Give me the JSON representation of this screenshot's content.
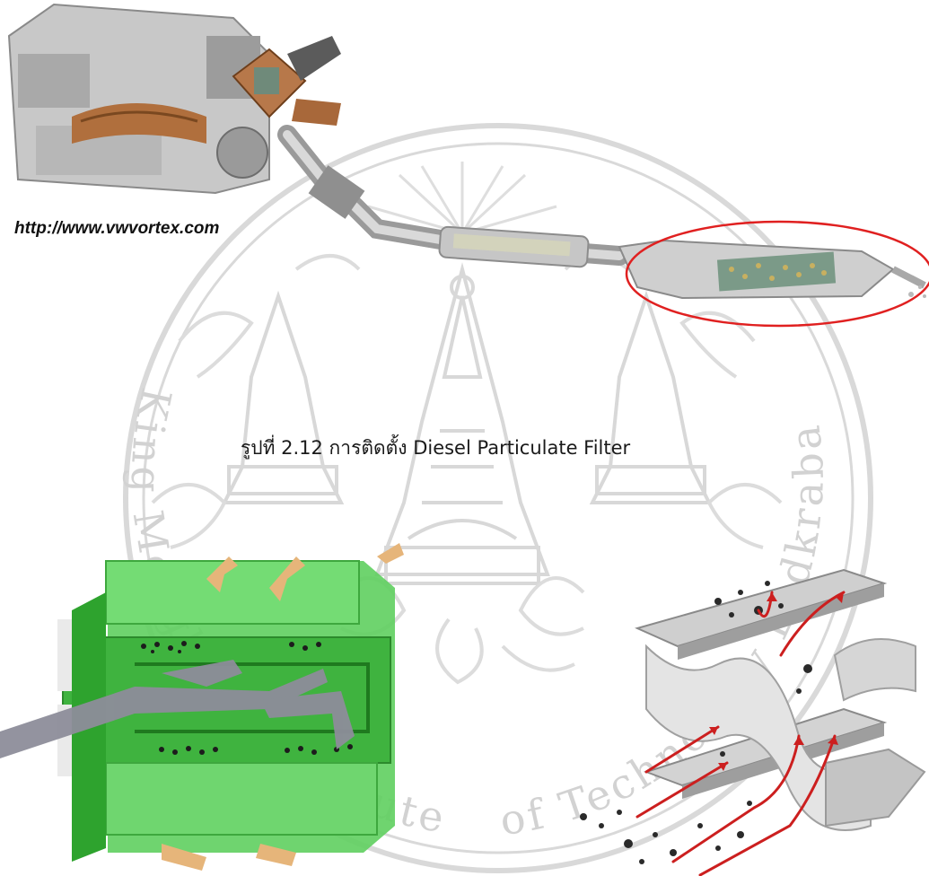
{
  "figure_top": {
    "source_url": "http://www.vwvortex.com"
  },
  "caption": "รูปที่ 2.12 การติดตั้ง Diesel Particulate Filter",
  "watermark": {
    "text": "King Mongkut's Institute of Technology Ladkrabang",
    "color": "#d8d8d8"
  },
  "colors": {
    "highlight_ellipse": "#e02020",
    "filter_green": "#6cd46c",
    "flow_arrow_red": "#cc1f1f",
    "arrow_tan": "#e6b57a"
  }
}
